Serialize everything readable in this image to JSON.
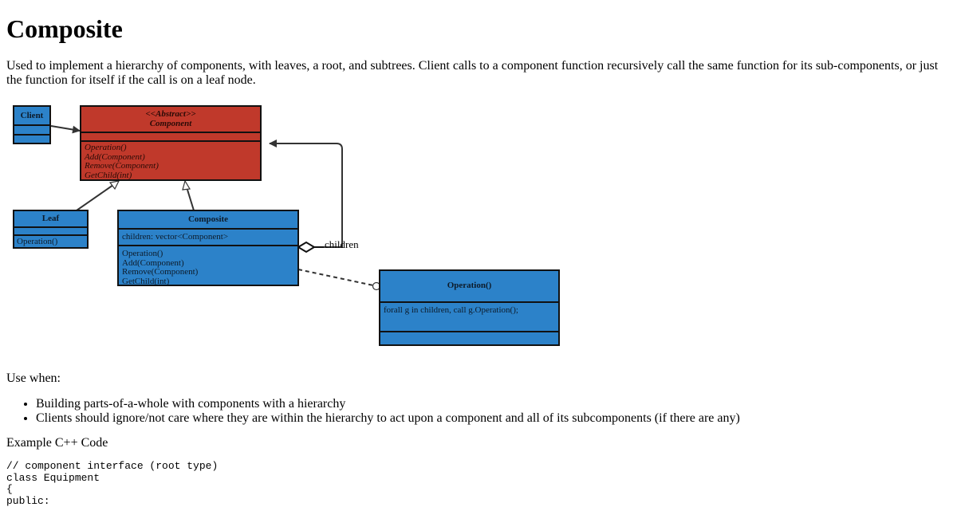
{
  "page": {
    "title": "Composite",
    "intro": "Used to implement a hierarchy of components, with leaves, a root, and subtrees. Client calls to a component function recursively call the same function for its sub-components, or just the function for itself if the call is on a leaf node."
  },
  "diagram": {
    "colors": {
      "blue_header": "#3498db",
      "blue_body": "#2c82c9",
      "red_header": "#e74c3c",
      "red_body": "#c0392b"
    },
    "client": {
      "name": "Client"
    },
    "component": {
      "stereotype": "<<Abstract>>",
      "name": "Component",
      "methods": [
        "Operation()",
        "Add(Component)",
        "Remove(Component)",
        "GetChild(int)"
      ]
    },
    "leaf": {
      "name": "Leaf",
      "methods": [
        "Operation()"
      ]
    },
    "composite": {
      "name": "Composite",
      "attributes": [
        "children: vector<Component>"
      ],
      "methods": [
        "Operation()",
        "Add(Component)",
        "Remove(Component)",
        "GetChild(int)"
      ]
    },
    "note": {
      "title": "Operation()",
      "body": "forall g in children, call g.Operation();"
    },
    "aggregation_label": "children"
  },
  "use_when": {
    "label": "Use when:",
    "items": [
      "Building parts-of-a-whole with components with a hierarchy",
      "Clients should ignore/not care where they are within the hierarchy to act upon a component and all of its subcomponents (if there are any)"
    ]
  },
  "example": {
    "label": "Example C++ Code",
    "code_lines": [
      "// component interface (root type)",
      "class Equipment",
      "{",
      "public:"
    ]
  }
}
